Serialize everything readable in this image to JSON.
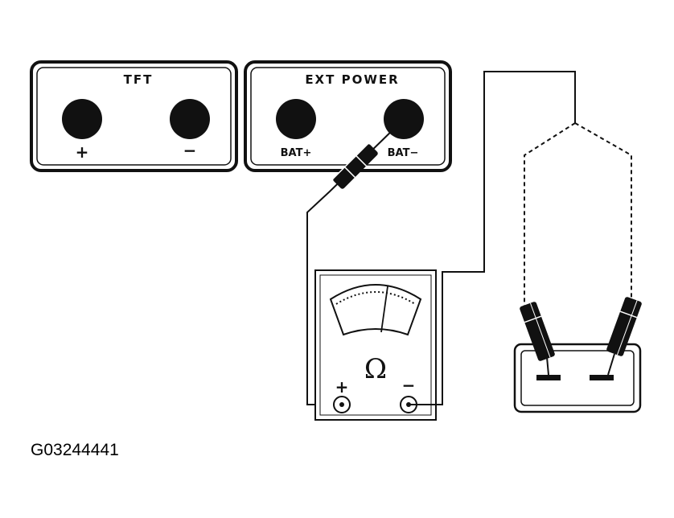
{
  "tft_panel": {
    "label": "TFT",
    "plus_label": "+",
    "minus_label": "−"
  },
  "ext_power_panel": {
    "label": "EXT POWER",
    "bat_plus_label": "BAT+",
    "bat_minus_label": "BAT−"
  },
  "meter": {
    "symbol": "Ω",
    "plus_label": "+",
    "minus_label": "−"
  },
  "figure_id": "G03244441"
}
